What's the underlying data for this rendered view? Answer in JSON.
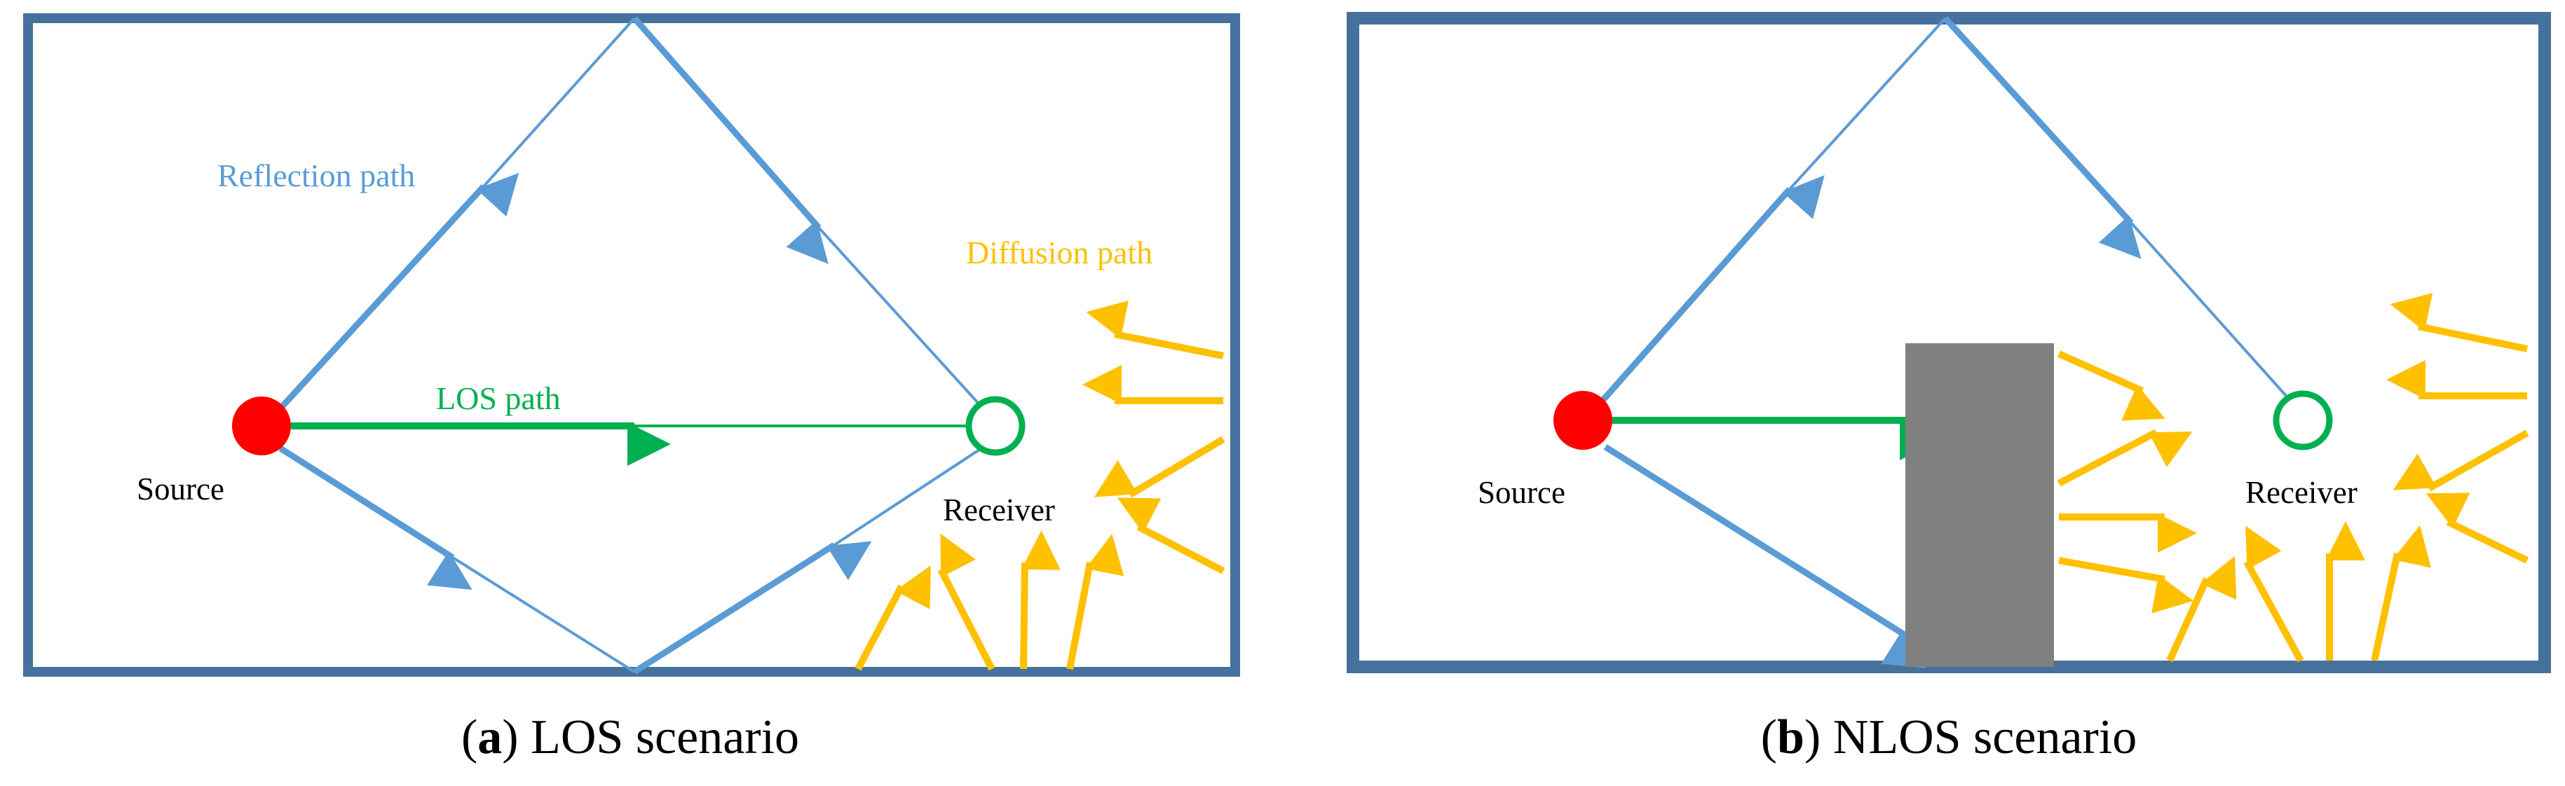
{
  "colors": {
    "frame": "#46719c",
    "reflection": "#5b9bd5",
    "los": "#00b050",
    "diffusion": "#ffc000",
    "source": "#ff0000",
    "receiver": "#00b050",
    "obstacle": "#808080",
    "text": "#000000"
  },
  "panel_a": {
    "source_label": "Source",
    "receiver_label": "Receiver",
    "reflection_label": "Reflection path",
    "los_label": "LOS path",
    "diffusion_label": "Diffusion path",
    "caption_letter": "a",
    "caption_text": " LOS scenario"
  },
  "panel_b": {
    "source_label": "Source",
    "receiver_label": "Receiver",
    "caption_letter": "b",
    "caption_text": " NLOS scenario"
  }
}
